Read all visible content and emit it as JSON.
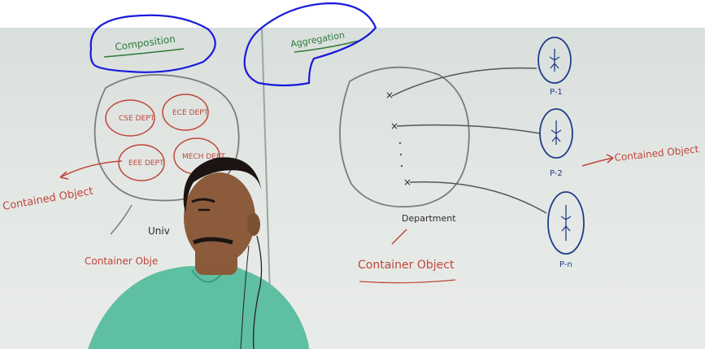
{
  "board": {
    "left_heading": "Composition",
    "right_heading": "Aggregation"
  },
  "composition": {
    "parts": [
      "CSE DEPT",
      "ECE DEPT",
      "EEE DEPT",
      "MECH DEPT"
    ],
    "contained_label": "Contained Object",
    "container_label": "Container Obje",
    "whole_label": "Univ"
  },
  "aggregation": {
    "whole_label": "Department",
    "container_label": "Container Object",
    "contained_label": "Contained Object",
    "persons": [
      "P-1",
      "P-2",
      "P-n"
    ]
  },
  "colors": {
    "annotation_blue": "#1a1adc",
    "marker_red": "#c0453a",
    "marker_blue": "#1f3d8a",
    "shirt": "#5fbfa3"
  }
}
